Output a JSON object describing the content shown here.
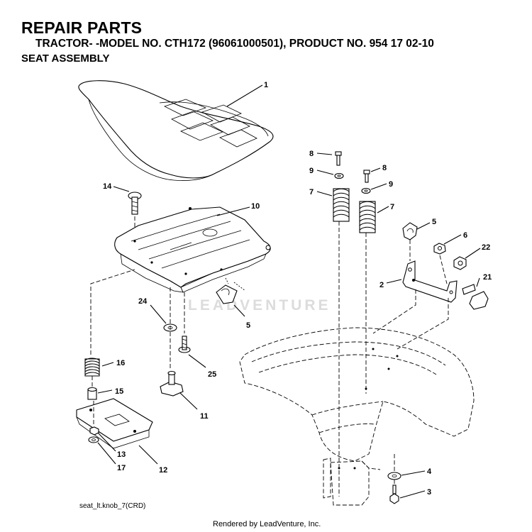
{
  "header": {
    "title": "REPAIR PARTS",
    "subtitle": "TRACTOR- -MODEL NO. CTH172 (96061000501), PRODUCT NO. 954 17 02-10",
    "section": "SEAT ASSEMBLY"
  },
  "parts": [
    {
      "id": "p1",
      "label": "1",
      "name": "seat"
    },
    {
      "id": "p2",
      "label": "2",
      "name": "seat-bracket"
    },
    {
      "id": "p3",
      "label": "3",
      "name": "bolt"
    },
    {
      "id": "p4",
      "label": "4",
      "name": "washer"
    },
    {
      "id": "p5a",
      "label": "5",
      "name": "clip"
    },
    {
      "id": "p5b",
      "label": "5",
      "name": "clip"
    },
    {
      "id": "p6",
      "label": "6",
      "name": "nut"
    },
    {
      "id": "p7a",
      "label": "7",
      "name": "spring"
    },
    {
      "id": "p7b",
      "label": "7",
      "name": "spring"
    },
    {
      "id": "p8a",
      "label": "8",
      "name": "bolt"
    },
    {
      "id": "p8b",
      "label": "8",
      "name": "bolt"
    },
    {
      "id": "p9a",
      "label": "9",
      "name": "washer"
    },
    {
      "id": "p9b",
      "label": "9",
      "name": "washer"
    },
    {
      "id": "p10",
      "label": "10",
      "name": "seat-pan"
    },
    {
      "id": "p11",
      "label": "11",
      "name": "knob"
    },
    {
      "id": "p12",
      "label": "12",
      "name": "slide-plate"
    },
    {
      "id": "p13",
      "label": "13",
      "name": "nut"
    },
    {
      "id": "p14",
      "label": "14",
      "name": "carriage-bolt"
    },
    {
      "id": "p15",
      "label": "15",
      "name": "spacer"
    },
    {
      "id": "p16",
      "label": "16",
      "name": "spring"
    },
    {
      "id": "p17",
      "label": "17",
      "name": "washer"
    },
    {
      "id": "p21",
      "label": "21",
      "name": "bolt"
    },
    {
      "id": "p22",
      "label": "22",
      "name": "nut"
    },
    {
      "id": "p24",
      "label": "24",
      "name": "washer"
    },
    {
      "id": "p25",
      "label": "25",
      "name": "screw"
    }
  ],
  "diagram_ref": "seat_lt.knob_7(CRD)",
  "watermark": "LEADVENTURE",
  "footer": "Rendered by LeadVenture, Inc."
}
